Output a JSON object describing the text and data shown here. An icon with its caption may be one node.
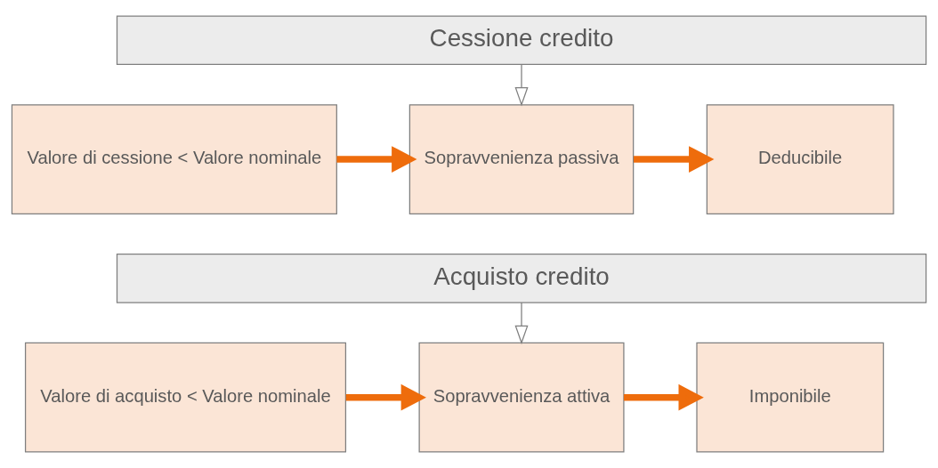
{
  "diagram": {
    "nodes": [
      {
        "text": [
          "Cessione credito"
        ]
      },
      {
        "text": [
          "Valore di cessione < Valore nominale"
        ]
      },
      {
        "text": [
          "Sopravvenienza passiva"
        ]
      },
      {
        "text": [
          "Deducibile"
        ]
      },
      {
        "text": [
          "Acquisto credito"
        ]
      },
      {
        "text": [
          "Valore di acquisto < Valore nominale"
        ]
      },
      {
        "text": [
          "Sopravvenienza attiva"
        ]
      },
      {
        "text": [
          "Imponibile"
        ]
      }
    ],
    "edges": [
      {
        "from": 0,
        "to": 2,
        "arrow": "to",
        "color": "#7f7f7f"
      },
      {
        "from": 1,
        "to": 2,
        "arrow": "to"
      },
      {
        "from": 2,
        "to": 3,
        "arrow": "to"
      },
      {
        "from": 4,
        "to": 6,
        "arrow": "to",
        "color": "#7f7f7f"
      },
      {
        "from": 5,
        "to": 6,
        "arrow": "to"
      },
      {
        "from": 6,
        "to": 7,
        "arrow": "to"
      }
    ]
  }
}
